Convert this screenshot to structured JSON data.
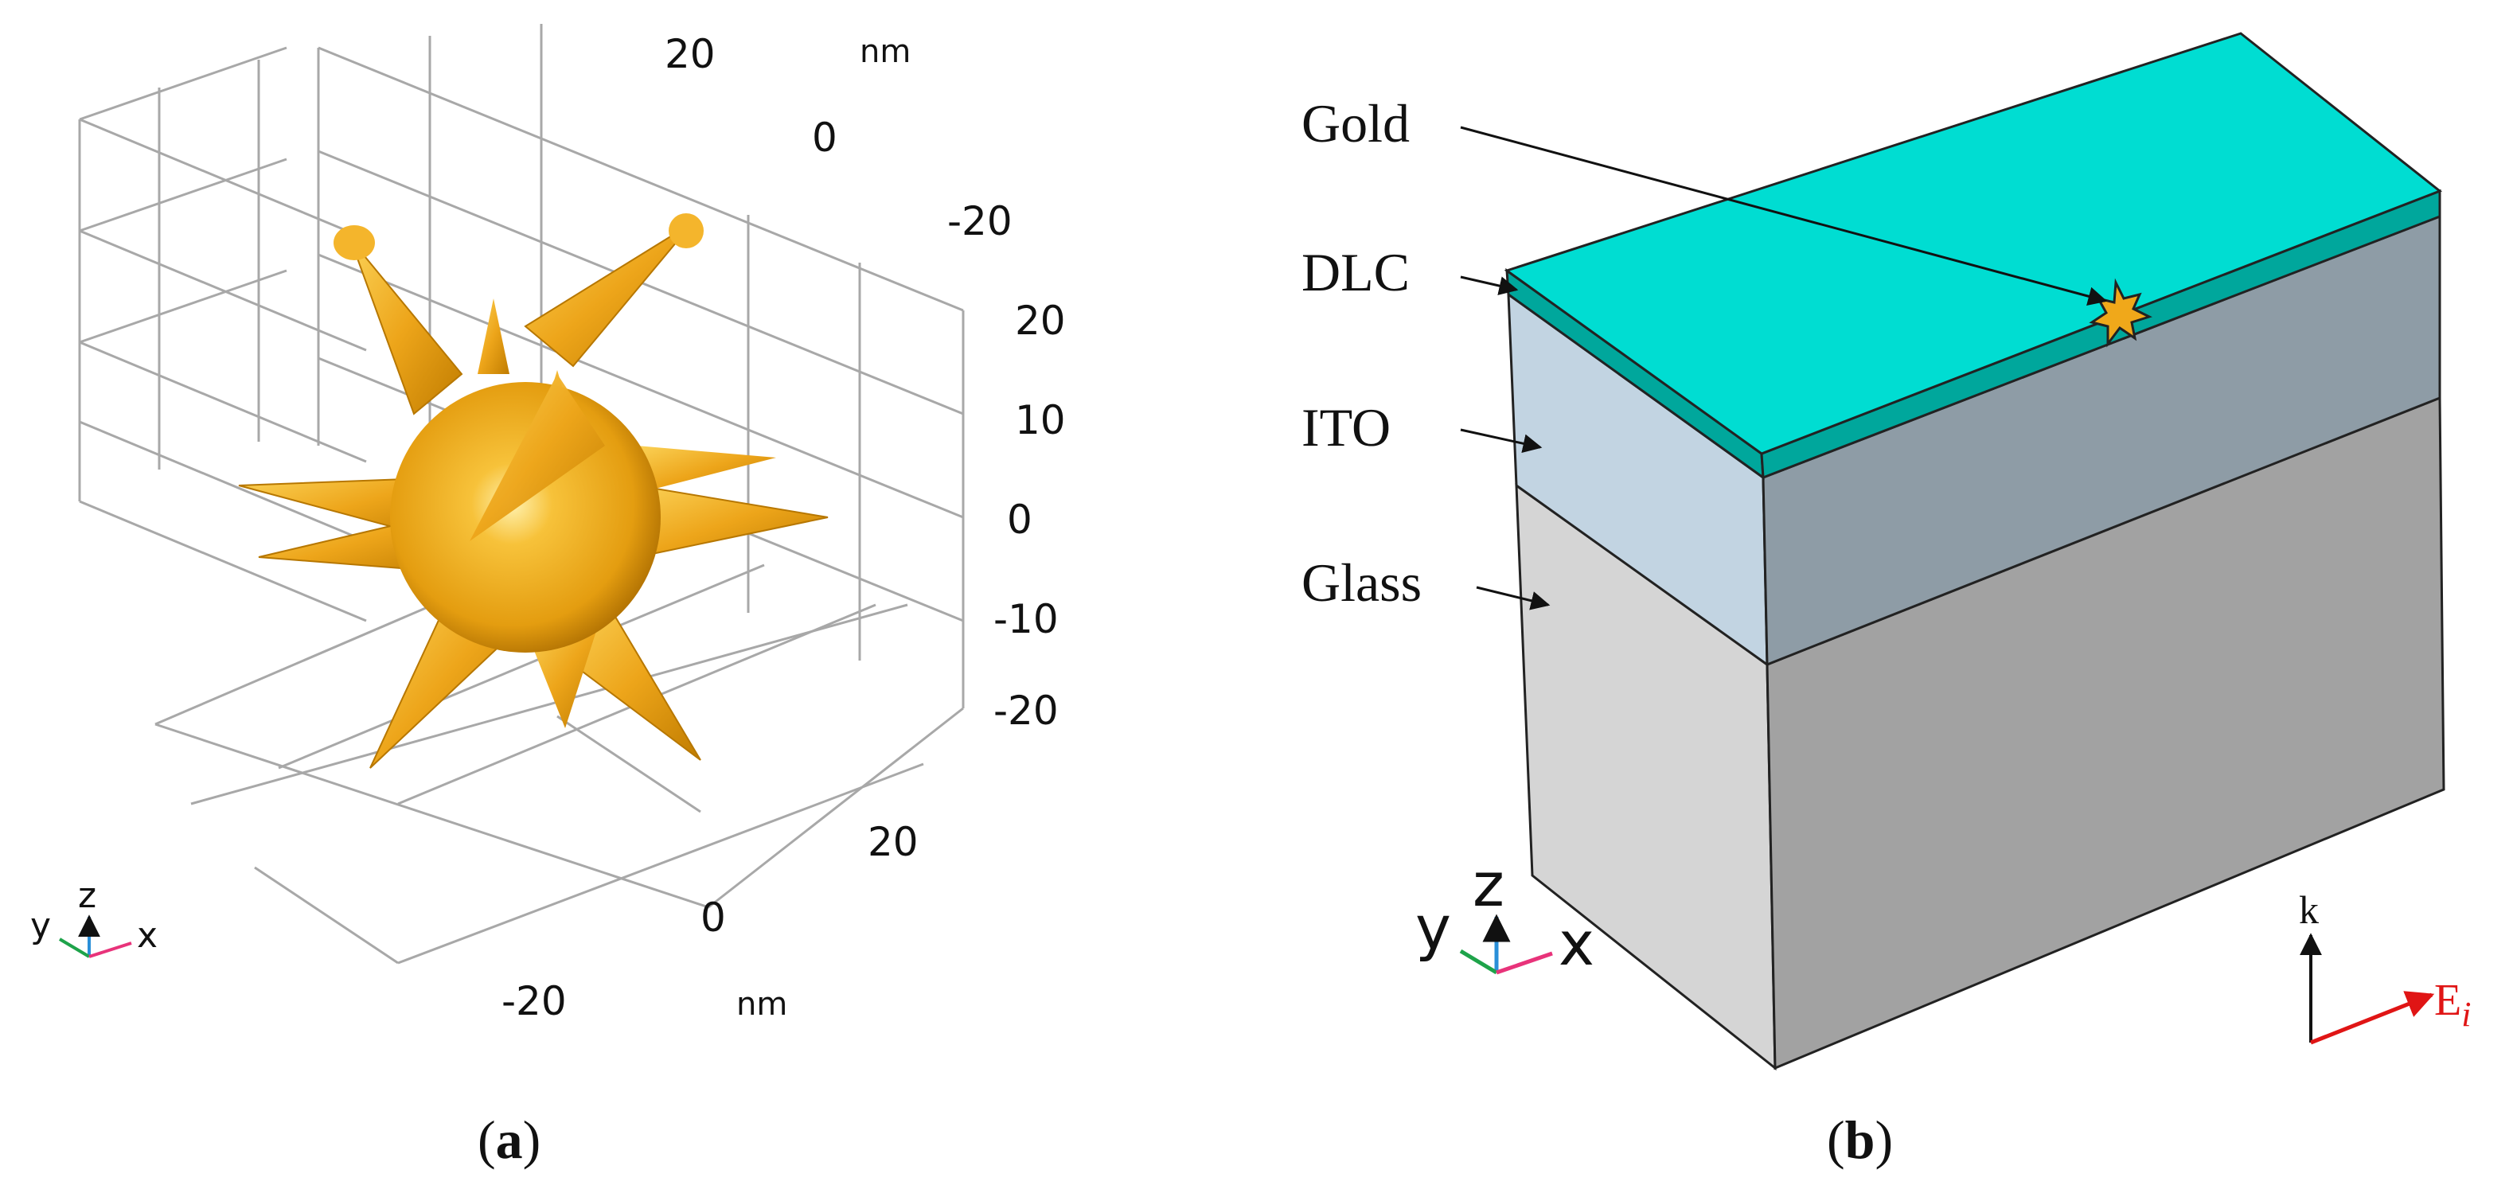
{
  "panel_a": {
    "label_open": "(",
    "label_letter": "a",
    "label_close": ")",
    "y_ticks": [
      "20",
      "0",
      "-20"
    ],
    "z_ticks": [
      "20",
      "10",
      "0",
      "-10",
      "-20"
    ],
    "x_ticks": [
      "20",
      "0",
      "-20"
    ],
    "unit_top": "nm",
    "unit_bottom": "nm",
    "triad": {
      "y": "y",
      "z": "z",
      "x": "x"
    }
  },
  "panel_b": {
    "label_open": "(",
    "label_letter": "b",
    "label_close": ")",
    "layers": [
      "Gold",
      "DLC",
      "ITO",
      "Glass"
    ],
    "triad": {
      "y": "y",
      "z": "z",
      "x": "x"
    },
    "k_label": "k",
    "e_label_main": "E",
    "e_label_sub": "i"
  },
  "colors": {
    "gold": "#f0a81a",
    "dlc_top": "#00ddd2",
    "dlc_side": "#00a79c",
    "ito_front": "#c2d4e2",
    "ito_side": "#8e9ca6",
    "glass_front": "#d5d5d5",
    "glass_side": "#a2a2a2",
    "e_field": "#e01515"
  }
}
